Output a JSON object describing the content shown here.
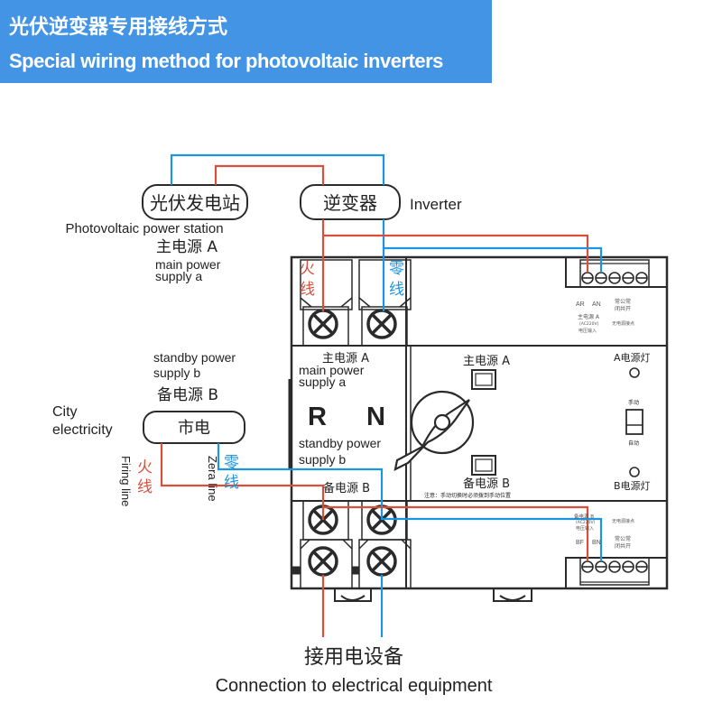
{
  "header": {
    "title_cn": "光伏逆变器专用接线方式",
    "title_en": "Special wiring method for photovoltaic inverters",
    "background_color": "#4394e4"
  },
  "colors": {
    "live_wire": "#d9503a",
    "neutral_wire": "#1e94e0",
    "outline": "#2b2b2b"
  },
  "sources": {
    "pv_station": {
      "label_cn": "光伏发电站",
      "label_en": "Photovoltaic power station"
    },
    "inverter": {
      "label_cn": "逆变器",
      "label_en": "Inverter"
    },
    "main_supply": {
      "label_cn": "主电源 A",
      "label_en_1": "main power",
      "label_en_2": "supply a"
    },
    "standby_supply": {
      "label_cn": "备电源 B",
      "label_en_1": "standby power",
      "label_en_2": "supply b"
    },
    "city": {
      "label_cn": "市电",
      "label_en_1": "City",
      "label_en_2": "electricity"
    }
  },
  "wires": {
    "live_cn": "火线",
    "neutral_cn": "零线",
    "firing_line_en": "Firing line",
    "zero_line_en": "Zera line"
  },
  "switch": {
    "left_panel": {
      "main_cn": "主电源 A",
      "main_en_1": "main power",
      "main_en_2": "supply a",
      "r": "R",
      "n": "N",
      "standby_en_1": "standby power",
      "standby_en_2": "supply b",
      "standby_cn": "备电源 B"
    },
    "center": {
      "main_cn": "主电源 A",
      "standby_cn": "备电源 B",
      "note": "注意：手动切换时必须拨到手动位置"
    },
    "indicators": {
      "a_lamp": "A电源灯",
      "b_lamp": "B电源灯",
      "manual": "手动",
      "auto": "自动"
    },
    "top_terminal": {
      "ar": "AR",
      "an": "AN",
      "src": "主电源 A",
      "volt": "(AC220V)",
      "input": "电压输入",
      "contacts": "常公常",
      "contacts2": "闭共开",
      "dry": "无电源接点"
    },
    "bottom_terminal": {
      "src": "备电源 B",
      "volt": "(AC220V)",
      "input": "电压输入",
      "bf": "BF",
      "bn": "BN",
      "dry": "无电源接点",
      "contacts": "常公常",
      "contacts2": "闭共开"
    }
  },
  "output": {
    "label_cn": "接用电设备",
    "label_en": "Connection to electrical equipment"
  }
}
